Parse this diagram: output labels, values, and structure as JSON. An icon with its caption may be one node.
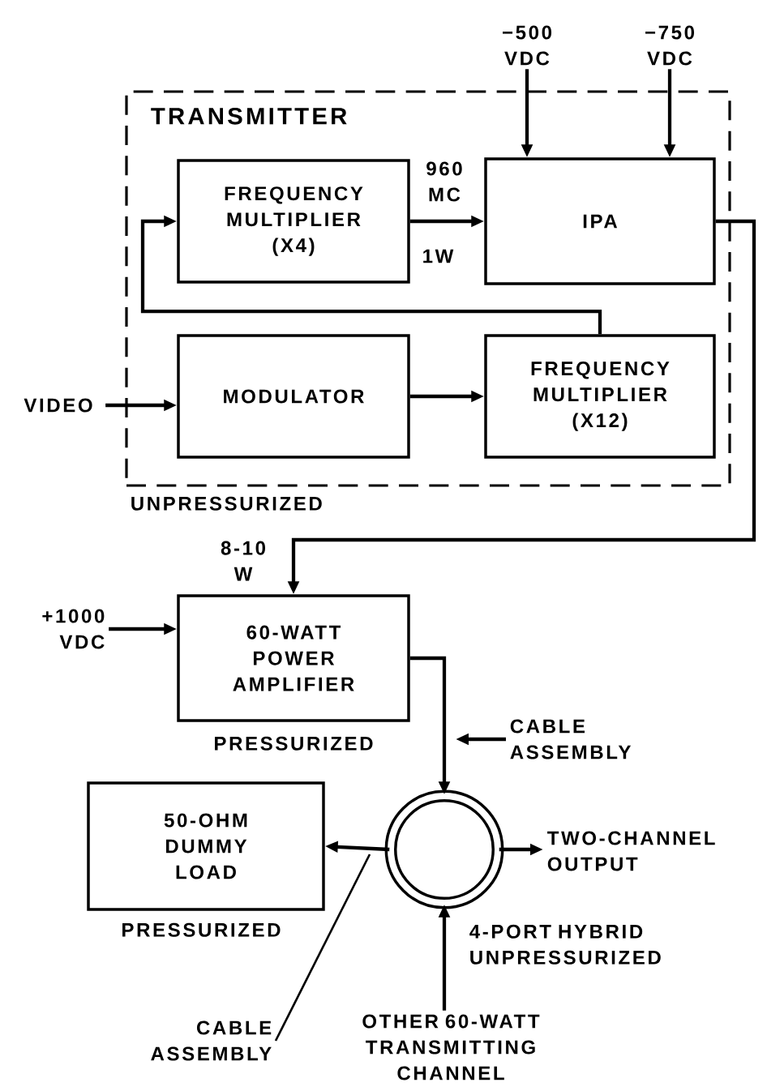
{
  "diagram": {
    "nodes": [
      {
        "text": [
          "TRANSMITTER"
        ],
        "beside": [
          "UNPRESSURIZED"
        ]
      },
      {
        "text": [
          "FREQUENCY MULTIPLIER (X4)"
        ],
        "in": 0
      },
      {
        "text": [
          "IPA"
        ],
        "in": 0
      },
      {
        "text": [
          "MODULATOR"
        ],
        "in": 0
      },
      {
        "text": [
          "FREQUENCY MULTIPLIER (X12)"
        ],
        "in": 0
      },
      {
        "text": [
          "60-WATT POWER AMPLIFIER"
        ],
        "beside": [
          "PRESSURIZED"
        ]
      },
      {
        "text": [
          "50-OHM DUMMY LOAD"
        ],
        "beside": [
          "PRESSURIZED"
        ]
      },
      {
        "text": [],
        "shape": "circle",
        "beside": [
          "4-PORT HYBRID UNPRESSURIZED"
        ]
      },
      {
        "text": [
          "−500 VDC"
        ]
      },
      {
        "text": [
          "−750 VDC"
        ]
      },
      {
        "text": [
          "VIDEO"
        ]
      },
      {
        "text": [
          "+1000 VDC"
        ]
      },
      {
        "text": [
          "TWO-CHANNEL OUTPUT"
        ]
      },
      {
        "text": [
          "OTHER 60-WATT TRANSMITTING CHANNEL"
        ]
      },
      {
        "text": [
          "CABLE ASSEMBLY"
        ]
      },
      {
        "text": [
          "CABLE ASSEMBLY"
        ]
      }
    ],
    "edges": [
      {
        "from": 8,
        "to": 2,
        "arrow": "to"
      },
      {
        "from": 9,
        "to": 2,
        "arrow": "to"
      },
      {
        "from": 1,
        "to": 2,
        "arrow": "to",
        "label": "960 MC"
      },
      {
        "from": 4,
        "to": 1,
        "arrow": "to"
      },
      {
        "from": 10,
        "to": 3,
        "arrow": "to"
      },
      {
        "from": 3,
        "to": 4,
        "arrow": "to"
      },
      {
        "from": 2,
        "to": 5,
        "arrow": "to",
        "label": "8-10 W"
      },
      {
        "from": 11,
        "to": 5,
        "arrow": "to"
      },
      {
        "from": 5,
        "to": 7,
        "arrow": "to"
      },
      {
        "from": 7,
        "to": 6,
        "arrow": "to"
      },
      {
        "from": 7,
        "to": 12,
        "arrow": "to"
      },
      {
        "from": 13,
        "to": 7,
        "arrow": "to"
      },
      {
        "from": 14,
        "to": null,
        "arrow": "to"
      },
      {
        "from": 15,
        "to": null,
        "arrow": "none"
      }
    ],
    "labels": [
      "1W"
    ]
  }
}
